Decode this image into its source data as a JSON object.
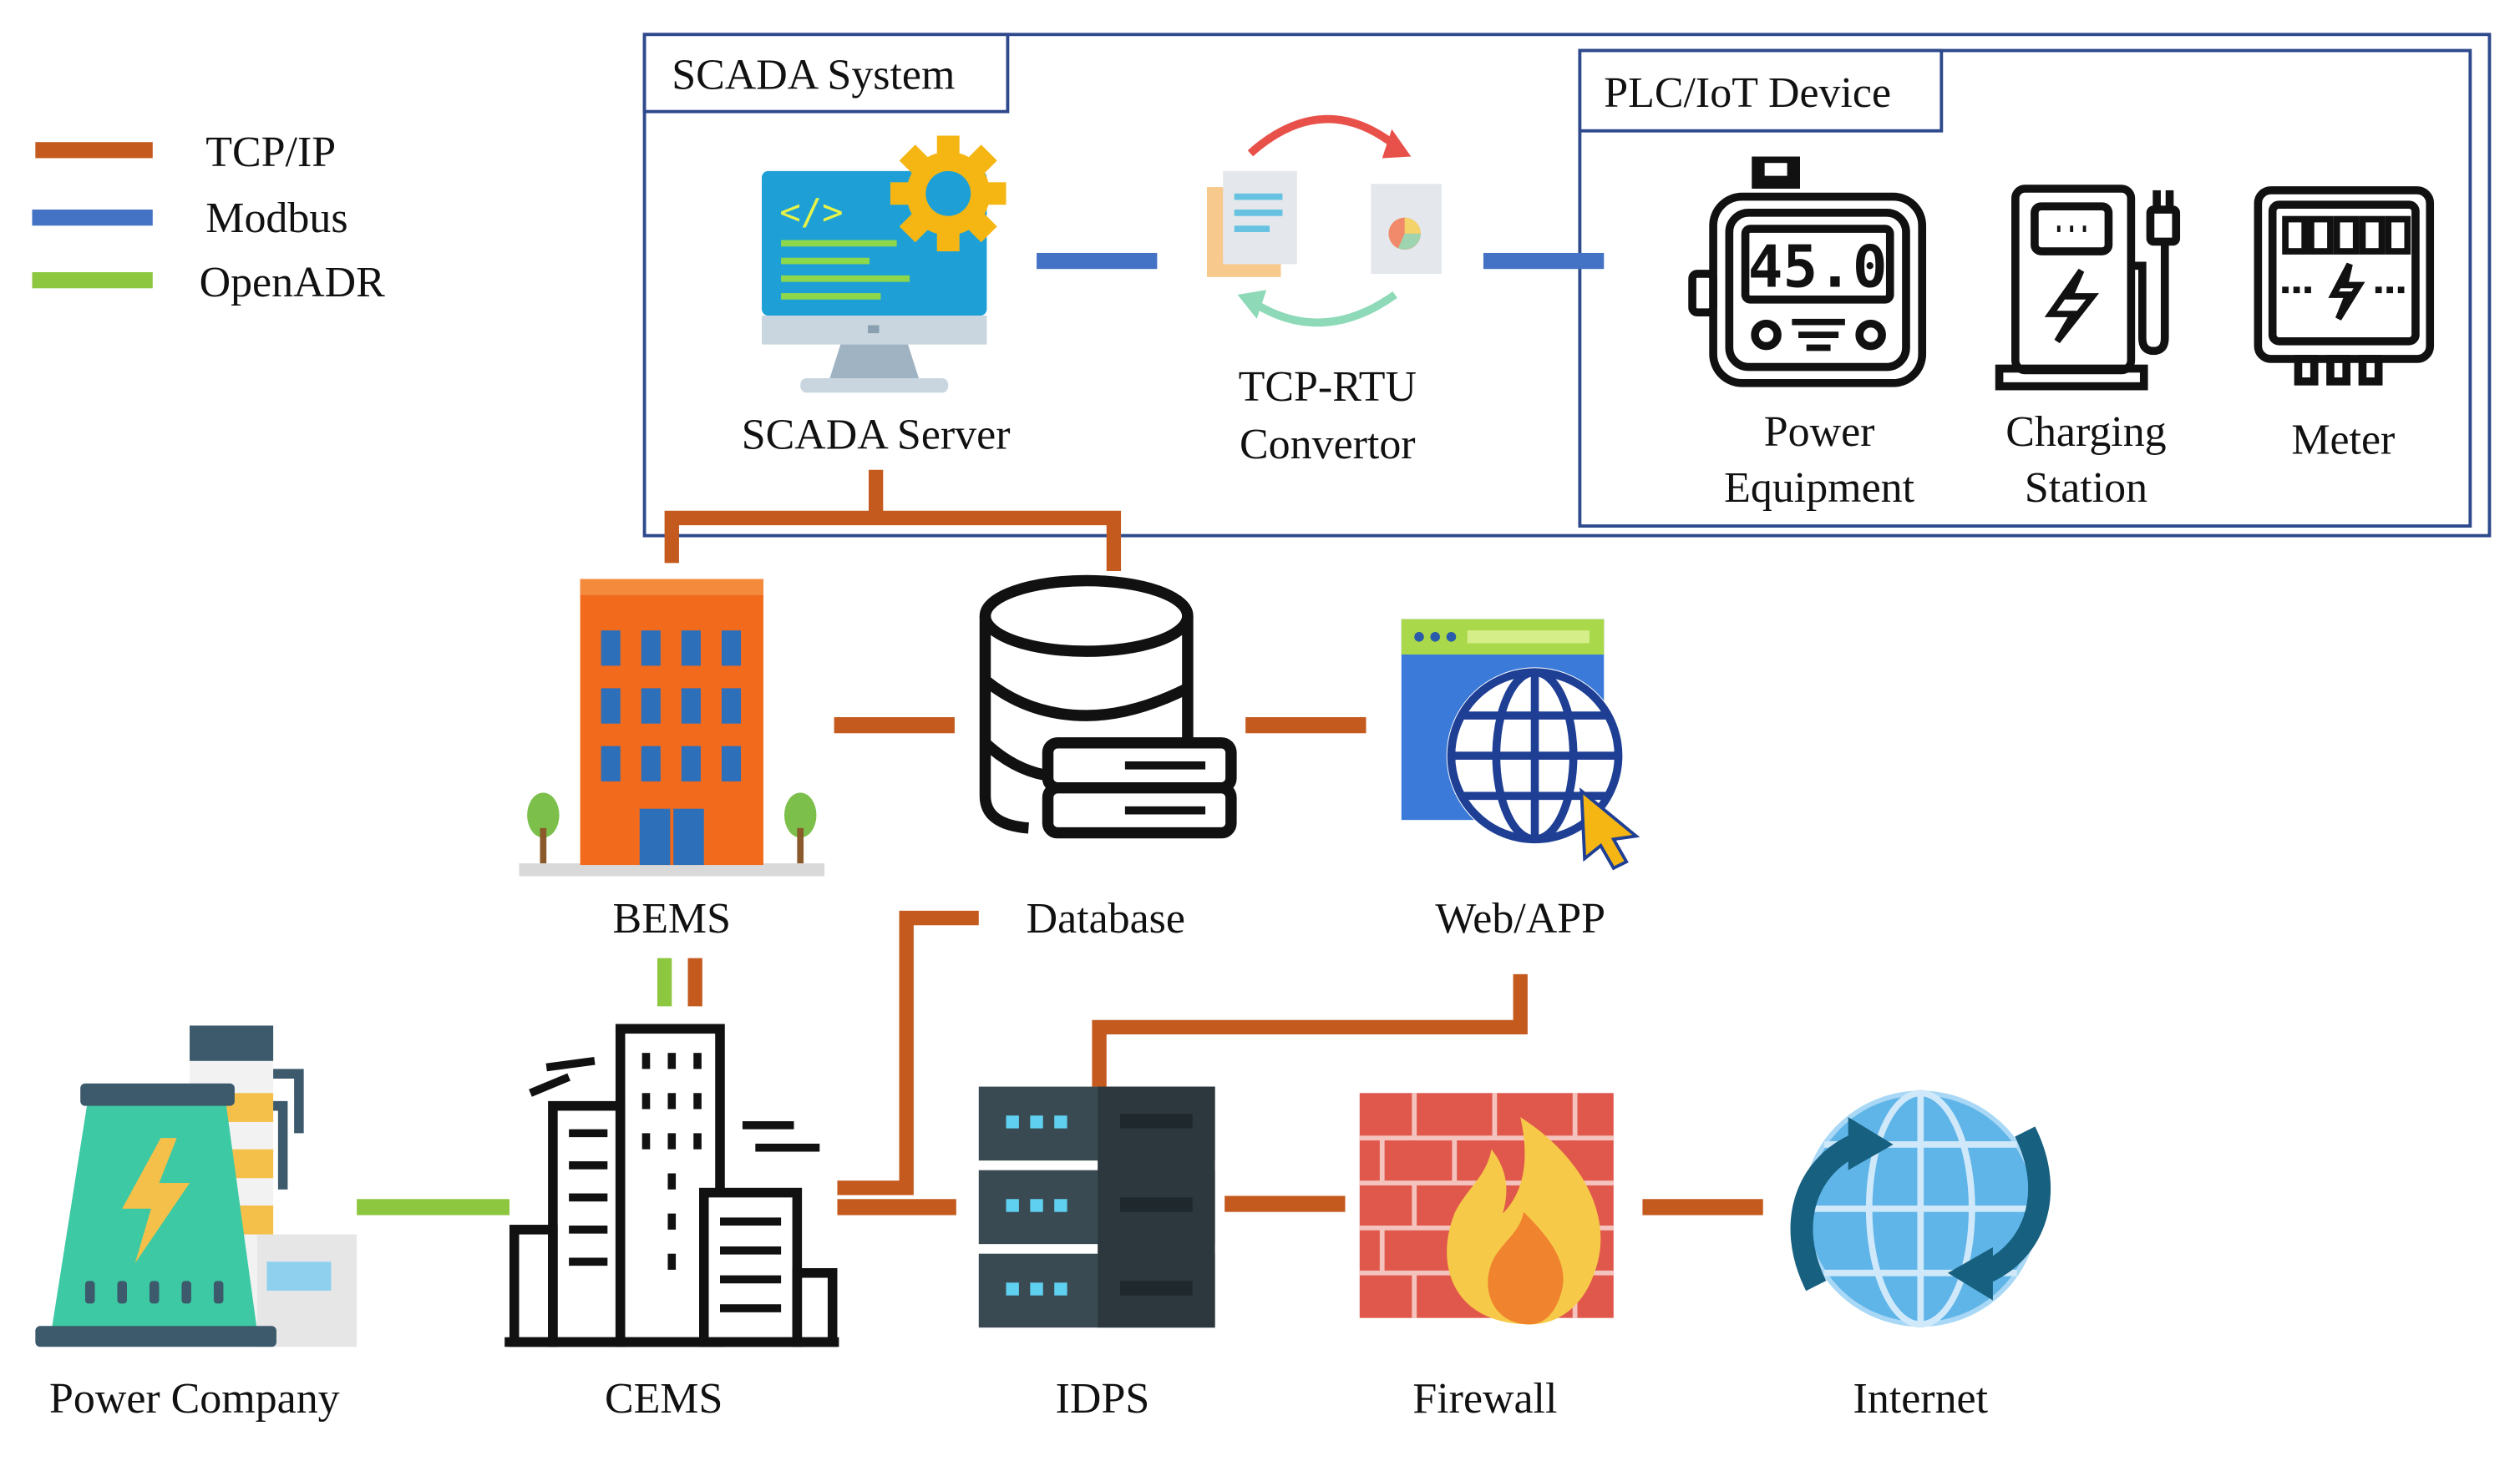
{
  "legend": [
    {
      "label": "TCP/IP",
      "color": "#c45a1e"
    },
    {
      "label": "Modbus",
      "color": "#4472c4"
    },
    {
      "label": "OpenADR",
      "color": "#8dc63f"
    }
  ],
  "groups": {
    "scada_title": "SCADA System",
    "plc_title": "PLC/IoT Device"
  },
  "nodes": {
    "scada_server": {
      "label": "SCADA Server",
      "icon": "monitor-gear-icon"
    },
    "convertor": {
      "line1": "TCP-RTU",
      "line2": "Convertor",
      "icon": "file-convert-icon"
    },
    "power_equipment": {
      "line1": "Power",
      "line2": "Equipment",
      "icon": "power-meter-icon",
      "display": "45.0"
    },
    "charging_station": {
      "line1": "Charging",
      "line2": "Station",
      "icon": "ev-charger-icon"
    },
    "meter": {
      "label": "Meter",
      "icon": "electric-meter-icon"
    },
    "bems": {
      "label": "BEMS",
      "icon": "office-building-icon"
    },
    "database": {
      "label": "Database",
      "icon": "database-icon"
    },
    "webapp": {
      "label": "Web/APP",
      "icon": "web-globe-icon"
    },
    "power_company": {
      "label": "Power Company",
      "icon": "power-plant-icon"
    },
    "cems": {
      "label": "CEMS",
      "icon": "city-buildings-icon"
    },
    "idps": {
      "label": "IDPS",
      "icon": "server-rack-icon"
    },
    "firewall": {
      "label": "Firewall",
      "icon": "firewall-icon"
    },
    "internet": {
      "label": "Internet",
      "icon": "internet-sync-icon"
    }
  },
  "colors": {
    "tcpip": "#c45a1e",
    "modbus": "#4472c4",
    "openadr": "#8dc63f",
    "frame": "#2e4a8c"
  }
}
